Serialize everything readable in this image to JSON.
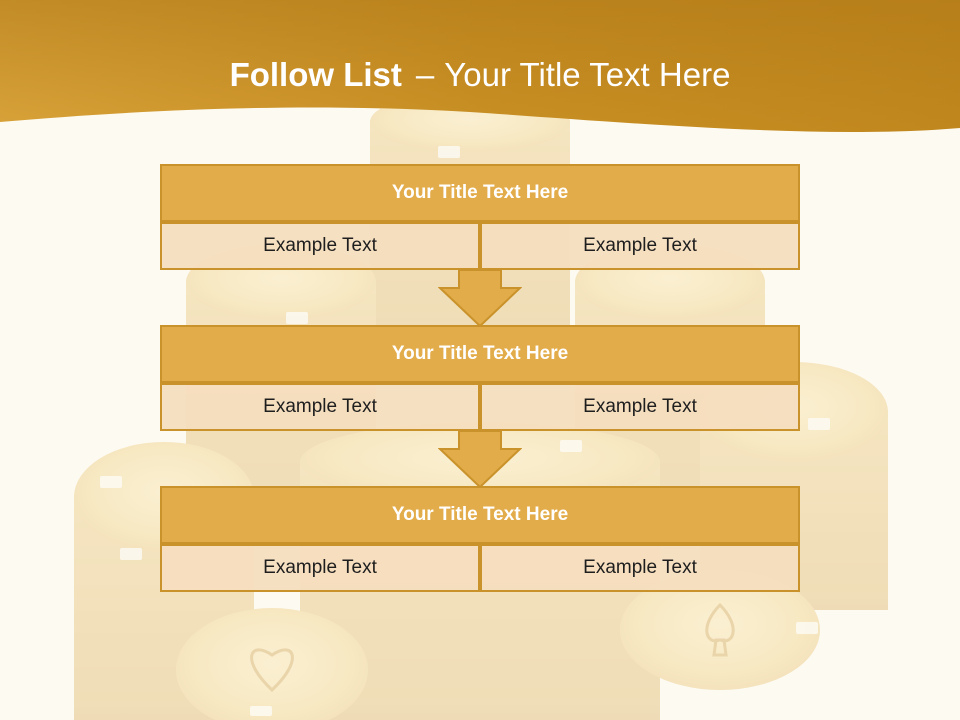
{
  "slide": {
    "title_bold": "Follow List",
    "title_dash": "–",
    "title_rest": "Your Title Text Here"
  },
  "colors": {
    "accent": "#e3ac4a",
    "accent_border": "#c9922b",
    "cell_fill": "#f5debe",
    "header_band": "#cf9627",
    "background": "#fdfaf2"
  },
  "blocks": [
    {
      "title": "Your Title Text Here",
      "left_text": "Example Text",
      "right_text": "Example Text"
    },
    {
      "title": "Your Title Text Here",
      "left_text": "Example Text",
      "right_text": "Example Text"
    },
    {
      "title": "Your Title Text Here",
      "left_text": "Example Text",
      "right_text": "Example Text"
    }
  ],
  "icons": {
    "connector": "down-arrow-icon",
    "background": "poker-chip-stacks-image"
  }
}
